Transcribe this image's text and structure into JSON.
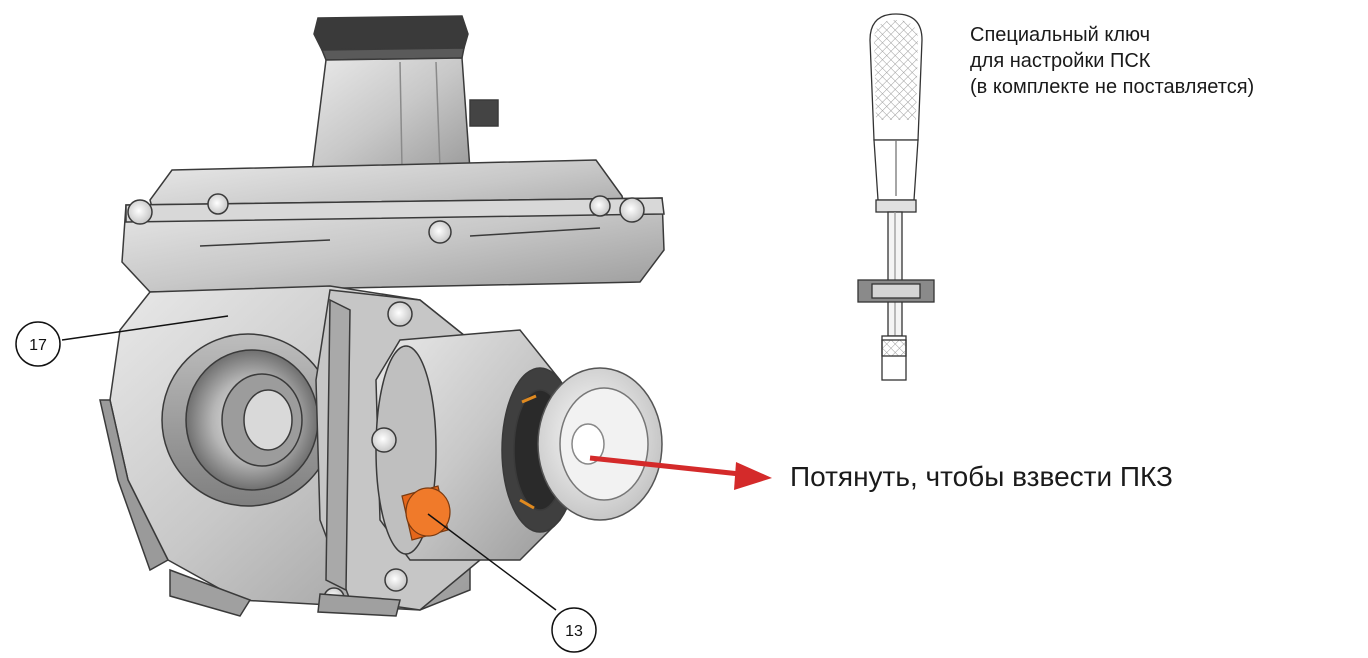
{
  "tool_note": {
    "line1": "Специальный ключ",
    "line2": "для настройки ПСК",
    "line3": "(в комплекте не поставляется)"
  },
  "action_label": "Потянуть, чтобы взвести ПКЗ",
  "callouts": {
    "upper_left": "17",
    "lower": "13"
  },
  "colors": {
    "arrow": "#d42a2a",
    "reset_button": "#e5661a",
    "body": "#c9c9c9"
  }
}
